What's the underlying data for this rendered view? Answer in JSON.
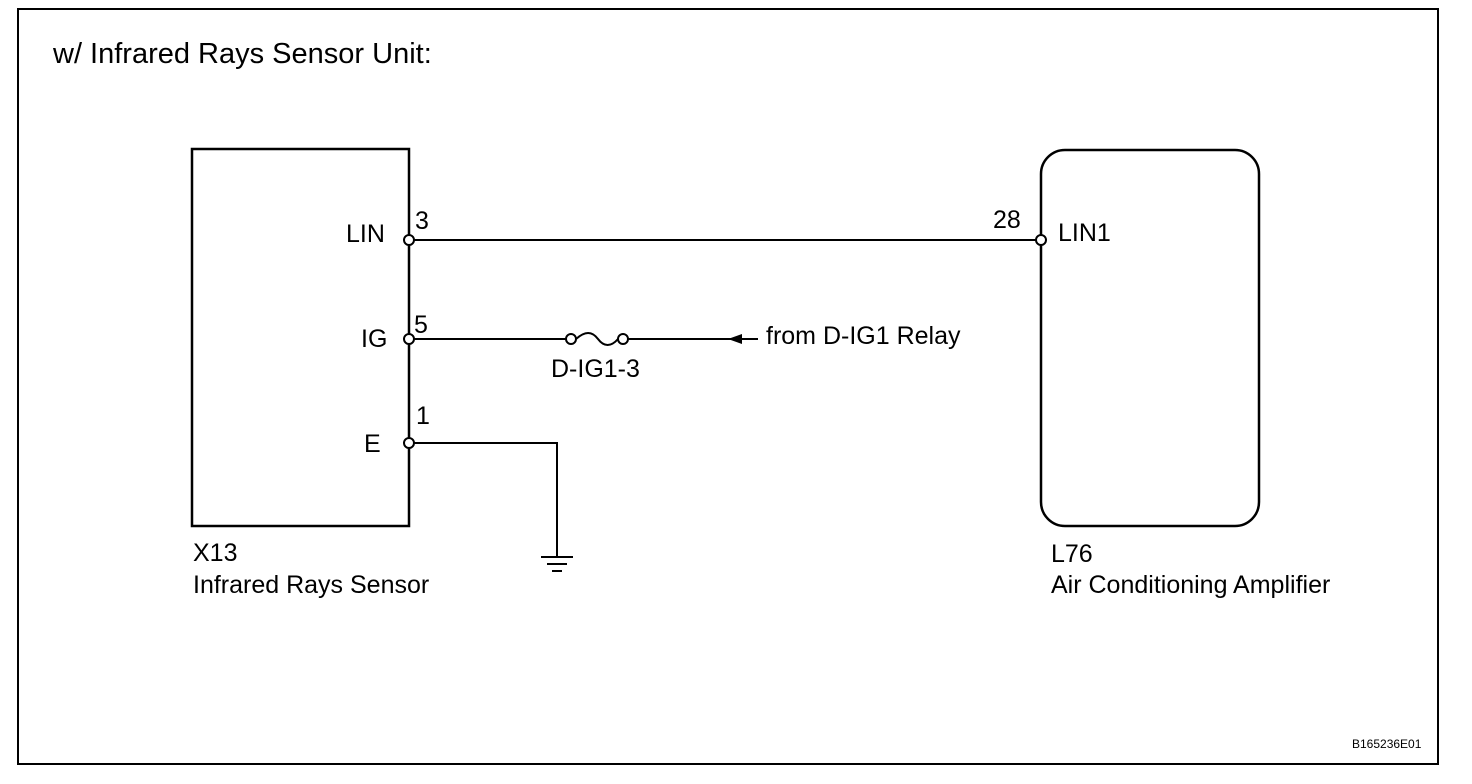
{
  "title": "w/ Infrared Rays Sensor Unit:",
  "sensor": {
    "connector": "X13",
    "name": "Infrared Rays Sensor",
    "pins": {
      "lin": {
        "label": "LIN",
        "number": "3"
      },
      "ig": {
        "label": "IG",
        "number": "5"
      },
      "e": {
        "label": "E",
        "number": "1"
      }
    }
  },
  "amplifier": {
    "connector": "L76",
    "name": "Air Conditioning Amplifier",
    "pin": {
      "label": "LIN1",
      "number": "28"
    }
  },
  "fuse": {
    "name": "D-IG1-3"
  },
  "power_source": {
    "label": "from D-IG1 Relay"
  },
  "figure_code": "B165236E01"
}
